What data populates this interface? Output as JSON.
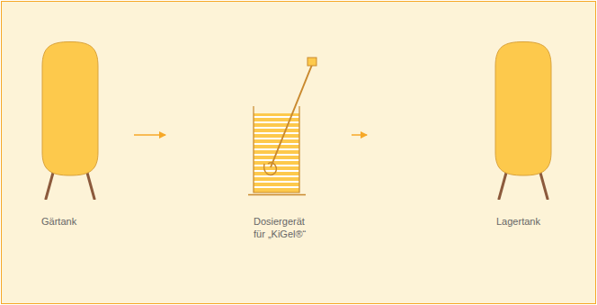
{
  "diagram": {
    "nodes": [
      {
        "text": [
          "Gärtank"
        ]
      },
      {
        "text": [
          "Dosiergerät für „KiGel®“"
        ]
      },
      {
        "text": [
          "Lagertank"
        ]
      }
    ],
    "edges": [
      {
        "from": 0,
        "to": 1,
        "arrow": "to"
      },
      {
        "from": 1,
        "to": 2,
        "arrow": "to"
      }
    ]
  }
}
